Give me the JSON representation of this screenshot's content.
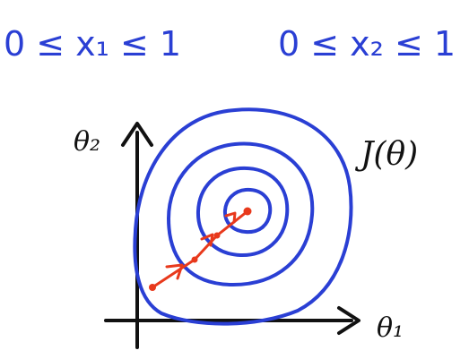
{
  "handwriting": {
    "left_constraint": "0 ≤ x₁ ≤ 1",
    "right_constraint": "0 ≤ x₂ ≤ 1"
  },
  "axes": {
    "y_label": "θ₂",
    "x_label": "θ₁"
  },
  "function_label": "J(θ)",
  "colors": {
    "contour": "#2a3fd4",
    "path": "#e8391c",
    "axis": "#111111",
    "background": "#ffffff"
  }
}
